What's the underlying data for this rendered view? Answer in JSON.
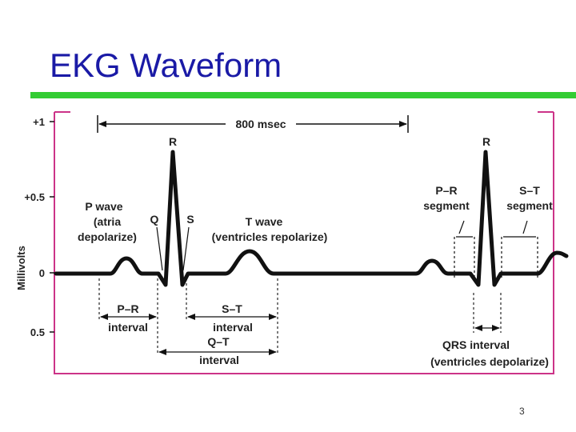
{
  "slide": {
    "title": "EKG Waveform",
    "number": "3",
    "colors": {
      "title": "#1a1aa6",
      "rule": "#33cc33",
      "frame": "#cc3388",
      "ink": "#111111"
    }
  },
  "diagram": {
    "y_axis": {
      "label": "Millivolts",
      "ticks": [
        "+1",
        "+0.5",
        "0",
        "0.5"
      ]
    },
    "cycle_duration": "800 msec",
    "labels": {
      "r_peak_1": "R",
      "r_peak_2": "R",
      "q": "Q",
      "s": "S",
      "p_wave": [
        "P wave",
        "(atria",
        "depolarize)"
      ],
      "t_wave": [
        "T wave",
        "(ventricles repolarize)"
      ],
      "pr_segment": [
        "P–R",
        "segment"
      ],
      "st_segment": [
        "S–T",
        "segment"
      ],
      "pr_interval": [
        "P–R",
        "interval"
      ],
      "st_interval": [
        "S–T",
        "interval"
      ],
      "qt_interval": [
        "Q–T",
        "interval"
      ],
      "qrs_interval": [
        "QRS interval",
        "(ventricles depolarize)"
      ]
    }
  }
}
